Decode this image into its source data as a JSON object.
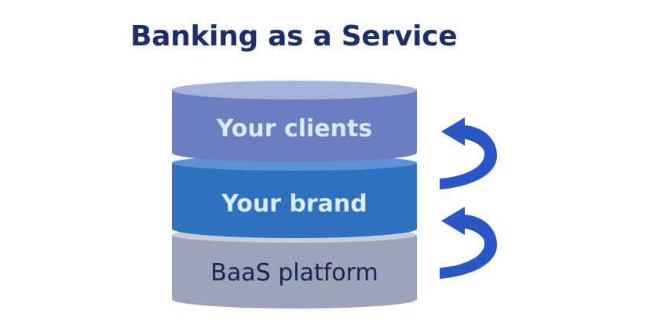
{
  "title": "Banking as a Service",
  "layers": [
    {
      "label": "Your clients",
      "bold": true
    },
    {
      "label": "Your brand",
      "bold": true
    },
    {
      "label": "BaaS platform",
      "bold": false
    }
  ],
  "colors": {
    "title": "#1c2f6b",
    "clients_body": "#6a7fc2",
    "clients_top": "#a4b2dc",
    "clients_text": "#dbeaff",
    "brand_body": "#2f71bf",
    "brand_top": "#5b93d4",
    "brand_text": "#dcecff",
    "platform_body": "#9aa3b8",
    "platform_top": "#c6ccd8",
    "platform_text": "#16264f",
    "arrow": "#2a56c6",
    "arrow_dark": "#1b3b95"
  },
  "icons": [
    "curved-arrow-up-icon",
    "curved-arrow-up-icon"
  ]
}
